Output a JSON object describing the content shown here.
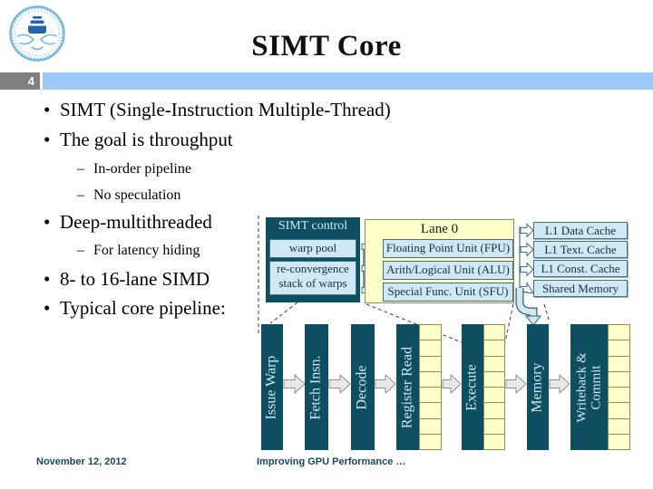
{
  "slide": {
    "title": "SIMT Core",
    "slide_number": "4"
  },
  "bullets": [
    {
      "level": 1,
      "text": "SIMT (Single-Instruction Multiple-Thread)"
    },
    {
      "level": 1,
      "text": "The goal is throughput"
    },
    {
      "level": 2,
      "text": "In-order pipeline"
    },
    {
      "level": 2,
      "text": "No speculation"
    },
    {
      "level": 1,
      "text": "Deep-multithreaded"
    },
    {
      "level": 2,
      "text": "For latency hiding"
    },
    {
      "level": 1,
      "text": "8- to 16-lane SIMD"
    },
    {
      "level": 1,
      "text": "Typical core pipeline:"
    }
  ],
  "diagram": {
    "simt_control": {
      "title": "SIMT control",
      "warp_pool": "warp pool",
      "reconvergence": "re-convergence stack of warps"
    },
    "lane0": {
      "title": "Lane 0",
      "units": [
        "Floating Point Unit (FPU)",
        "Arith/Logical Unit (ALU)",
        "Special Func. Unit (SFU)"
      ]
    },
    "memories": [
      "L1 Data Cache",
      "L1 Text. Cache",
      "L1 Const. Cache",
      "Shared Memory"
    ],
    "pipeline_stages": [
      "Issue Warp",
      "Fetch Insn.",
      "Decode",
      "Register Read",
      "Execute",
      "Memory",
      "Writeback & Commit"
    ]
  },
  "footer": {
    "date": "November 12, 2012",
    "deck_title": "Improving GPU Performance …"
  },
  "colors": {
    "accent_bar": "#9bc9f8",
    "slide_number_bg": "#7f7f7f",
    "dark_teal": "#0d4e60",
    "box_blue": "#cfe8f4",
    "box_yellow": "#ffffca",
    "footer_text": "#16485c"
  }
}
